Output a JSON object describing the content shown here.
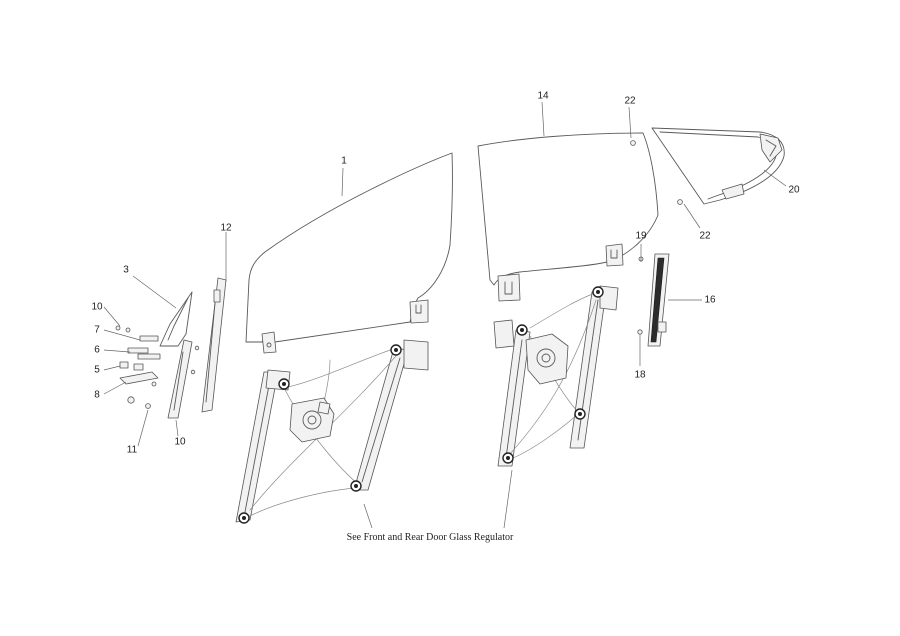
{
  "callouts": [
    {
      "id": "c1",
      "label": "1"
    },
    {
      "id": "c3",
      "label": "3"
    },
    {
      "id": "c5",
      "label": "5"
    },
    {
      "id": "c6",
      "label": "6"
    },
    {
      "id": "c7",
      "label": "7"
    },
    {
      "id": "c8",
      "label": "8"
    },
    {
      "id": "c10a",
      "label": "10"
    },
    {
      "id": "c10b",
      "label": "10"
    },
    {
      "id": "c11",
      "label": "11"
    },
    {
      "id": "c12",
      "label": "12"
    },
    {
      "id": "c14",
      "label": "14"
    },
    {
      "id": "c16",
      "label": "16"
    },
    {
      "id": "c18",
      "label": "18"
    },
    {
      "id": "c19",
      "label": "19"
    },
    {
      "id": "c20",
      "label": "20"
    },
    {
      "id": "c22a",
      "label": "22"
    },
    {
      "id": "c22b",
      "label": "22"
    }
  ],
  "note": "See Front and Rear Door Glass Regulator"
}
